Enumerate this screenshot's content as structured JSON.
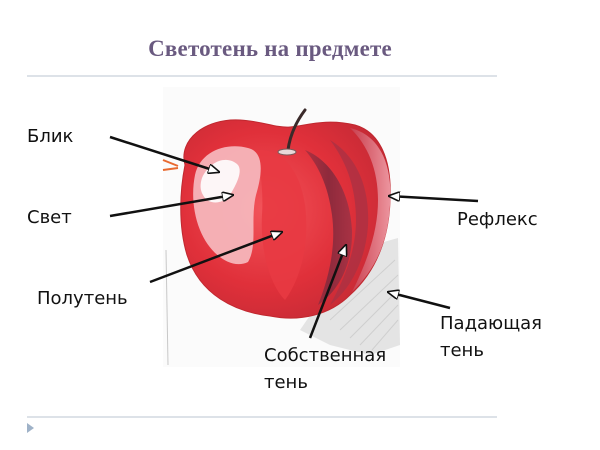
{
  "slide": {
    "title": "Светотень на предмете",
    "colors": {
      "title": "#6a5a80",
      "rule": "#dde2e8",
      "bullet": "#9fb2c8",
      "apple_red": "#e0303a",
      "apple_dark": "#8e2a3c",
      "highlight": "#fbeef0"
    }
  },
  "illustration": {
    "subject": "apple",
    "labels": {
      "blik": "Блик",
      "svet": "Свет",
      "poluten": "Полутень",
      "sobstvennaya_line1": "Собственная",
      "sobstvennaya_line2": "тень",
      "refleks": "Рефлекс",
      "padayushchaya_line1": "Падающая",
      "padayushchaya_line2": "тень"
    }
  },
  "footer": {
    "bullet_icon": "triangle-right-icon"
  }
}
